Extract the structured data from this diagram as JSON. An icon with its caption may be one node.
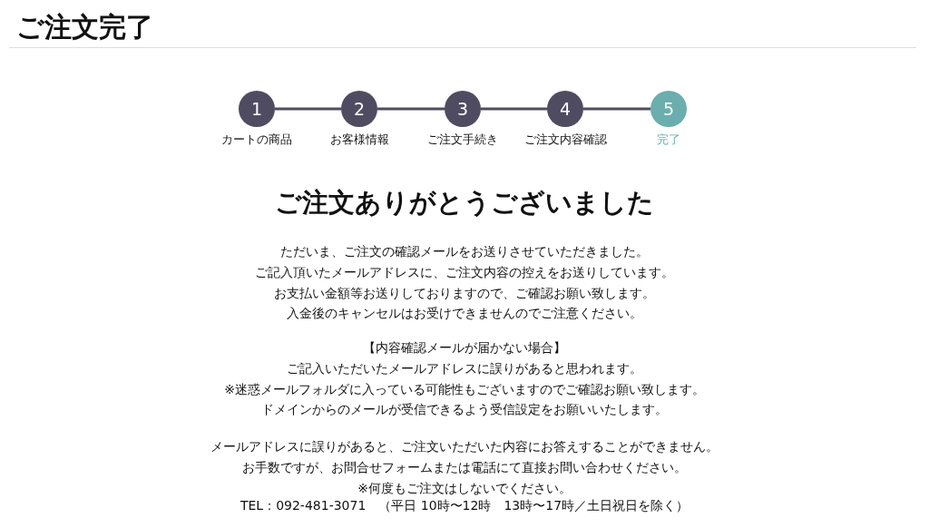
{
  "diagram": {
    "title": "ご注文完了",
    "nodes": [
      {
        "text": [
          "1"
        ],
        "beside": [
          "カートの商品"
        ]
      },
      {
        "text": [
          "2"
        ],
        "beside": [
          "お客様情報"
        ]
      },
      {
        "text": [
          "3"
        ],
        "beside": [
          "ご注文手続き"
        ]
      },
      {
        "text": [
          "4"
        ],
        "beside": [
          "ご注文内容確認"
        ]
      },
      {
        "text": [
          "5"
        ],
        "beside": [
          "完了"
        ]
      }
    ],
    "edges": [
      {
        "from": 0,
        "to": 1,
        "arrow": "none"
      },
      {
        "from": 1,
        "to": 2,
        "arrow": "none"
      },
      {
        "from": 2,
        "to": 3,
        "arrow": "none"
      },
      {
        "from": 3,
        "to": 4,
        "arrow": "none"
      }
    ],
    "labels": [
      "ご注文ありがとうございました",
      "ただいま、ご注文の確認メールをお送りさせていただきました。",
      "ご記入頂いたメールアドレスに、ご注文内容の控えをお送りしています。",
      "お支払い金額等お送りしておりますので、ご確認お願い致します。",
      "入金後のキャンセルはお受けできませんのでご注意ください。",
      "【内容確認メールが届かない場合】",
      "ご記入いただいたメールアドレスに誤りがあると思われます。",
      "※迷惑メールフォルダに入っている可能性もございますのでご確認お願い致します。",
      "ドメインからのメールが受信できるよう受信設定をお願いいたします。",
      "メールアドレスに誤りがあると、ご注文いただいた内容にお答えすることができません。",
      "お手数ですが、お問合せフォームまたは電話にて直接お問い合わせください。",
      "※何度もご注文はしないでください。",
      "TEL：092-481-3071　（平日 10時〜12時　13時〜17時／土日祝日を除く）"
    ]
  }
}
